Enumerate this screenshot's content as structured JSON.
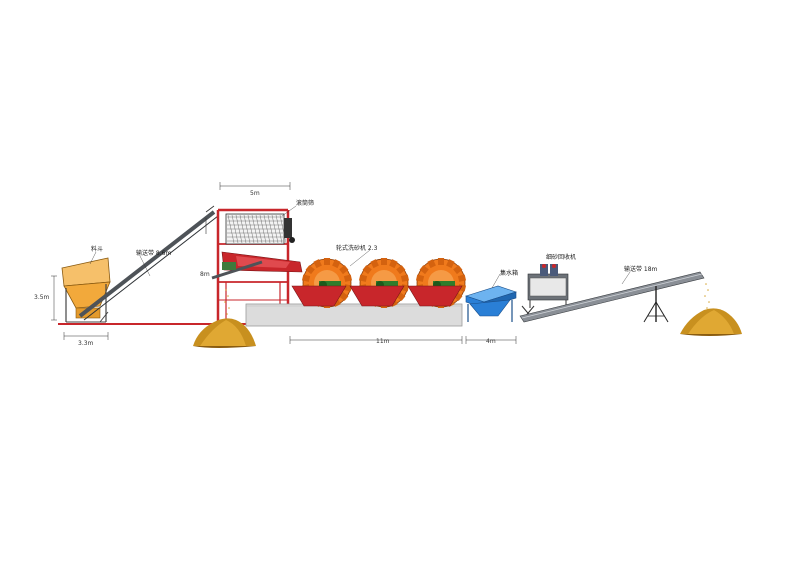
{
  "labels": {
    "hopper": "料斗",
    "conveyor_1": "输送带 8.6m",
    "drum_screen": "滚筒筛",
    "sand_washer": "轮式洗砂机 2.3",
    "water_tank": "集水箱",
    "fine_sand_recycler": "细砂回收机",
    "conveyor_2": "输送带 18m"
  },
  "dimensions": {
    "hopper_height": "3.5m",
    "hopper_width": "3.3m",
    "screen_width": "5m",
    "screen_height": "8m",
    "washer_span": "11m",
    "tank_span": "4m"
  },
  "colors": {
    "frame_red": "#c8262b",
    "drum_orange": "#f07a1c",
    "drum_green": "#2f7d2b",
    "hopper_orange": "#f2a93b",
    "sand": "#c8901f",
    "tank_blue": "#2a7fd6",
    "steel_gray": "#555b63",
    "base_gray": "#d6d6d6"
  }
}
